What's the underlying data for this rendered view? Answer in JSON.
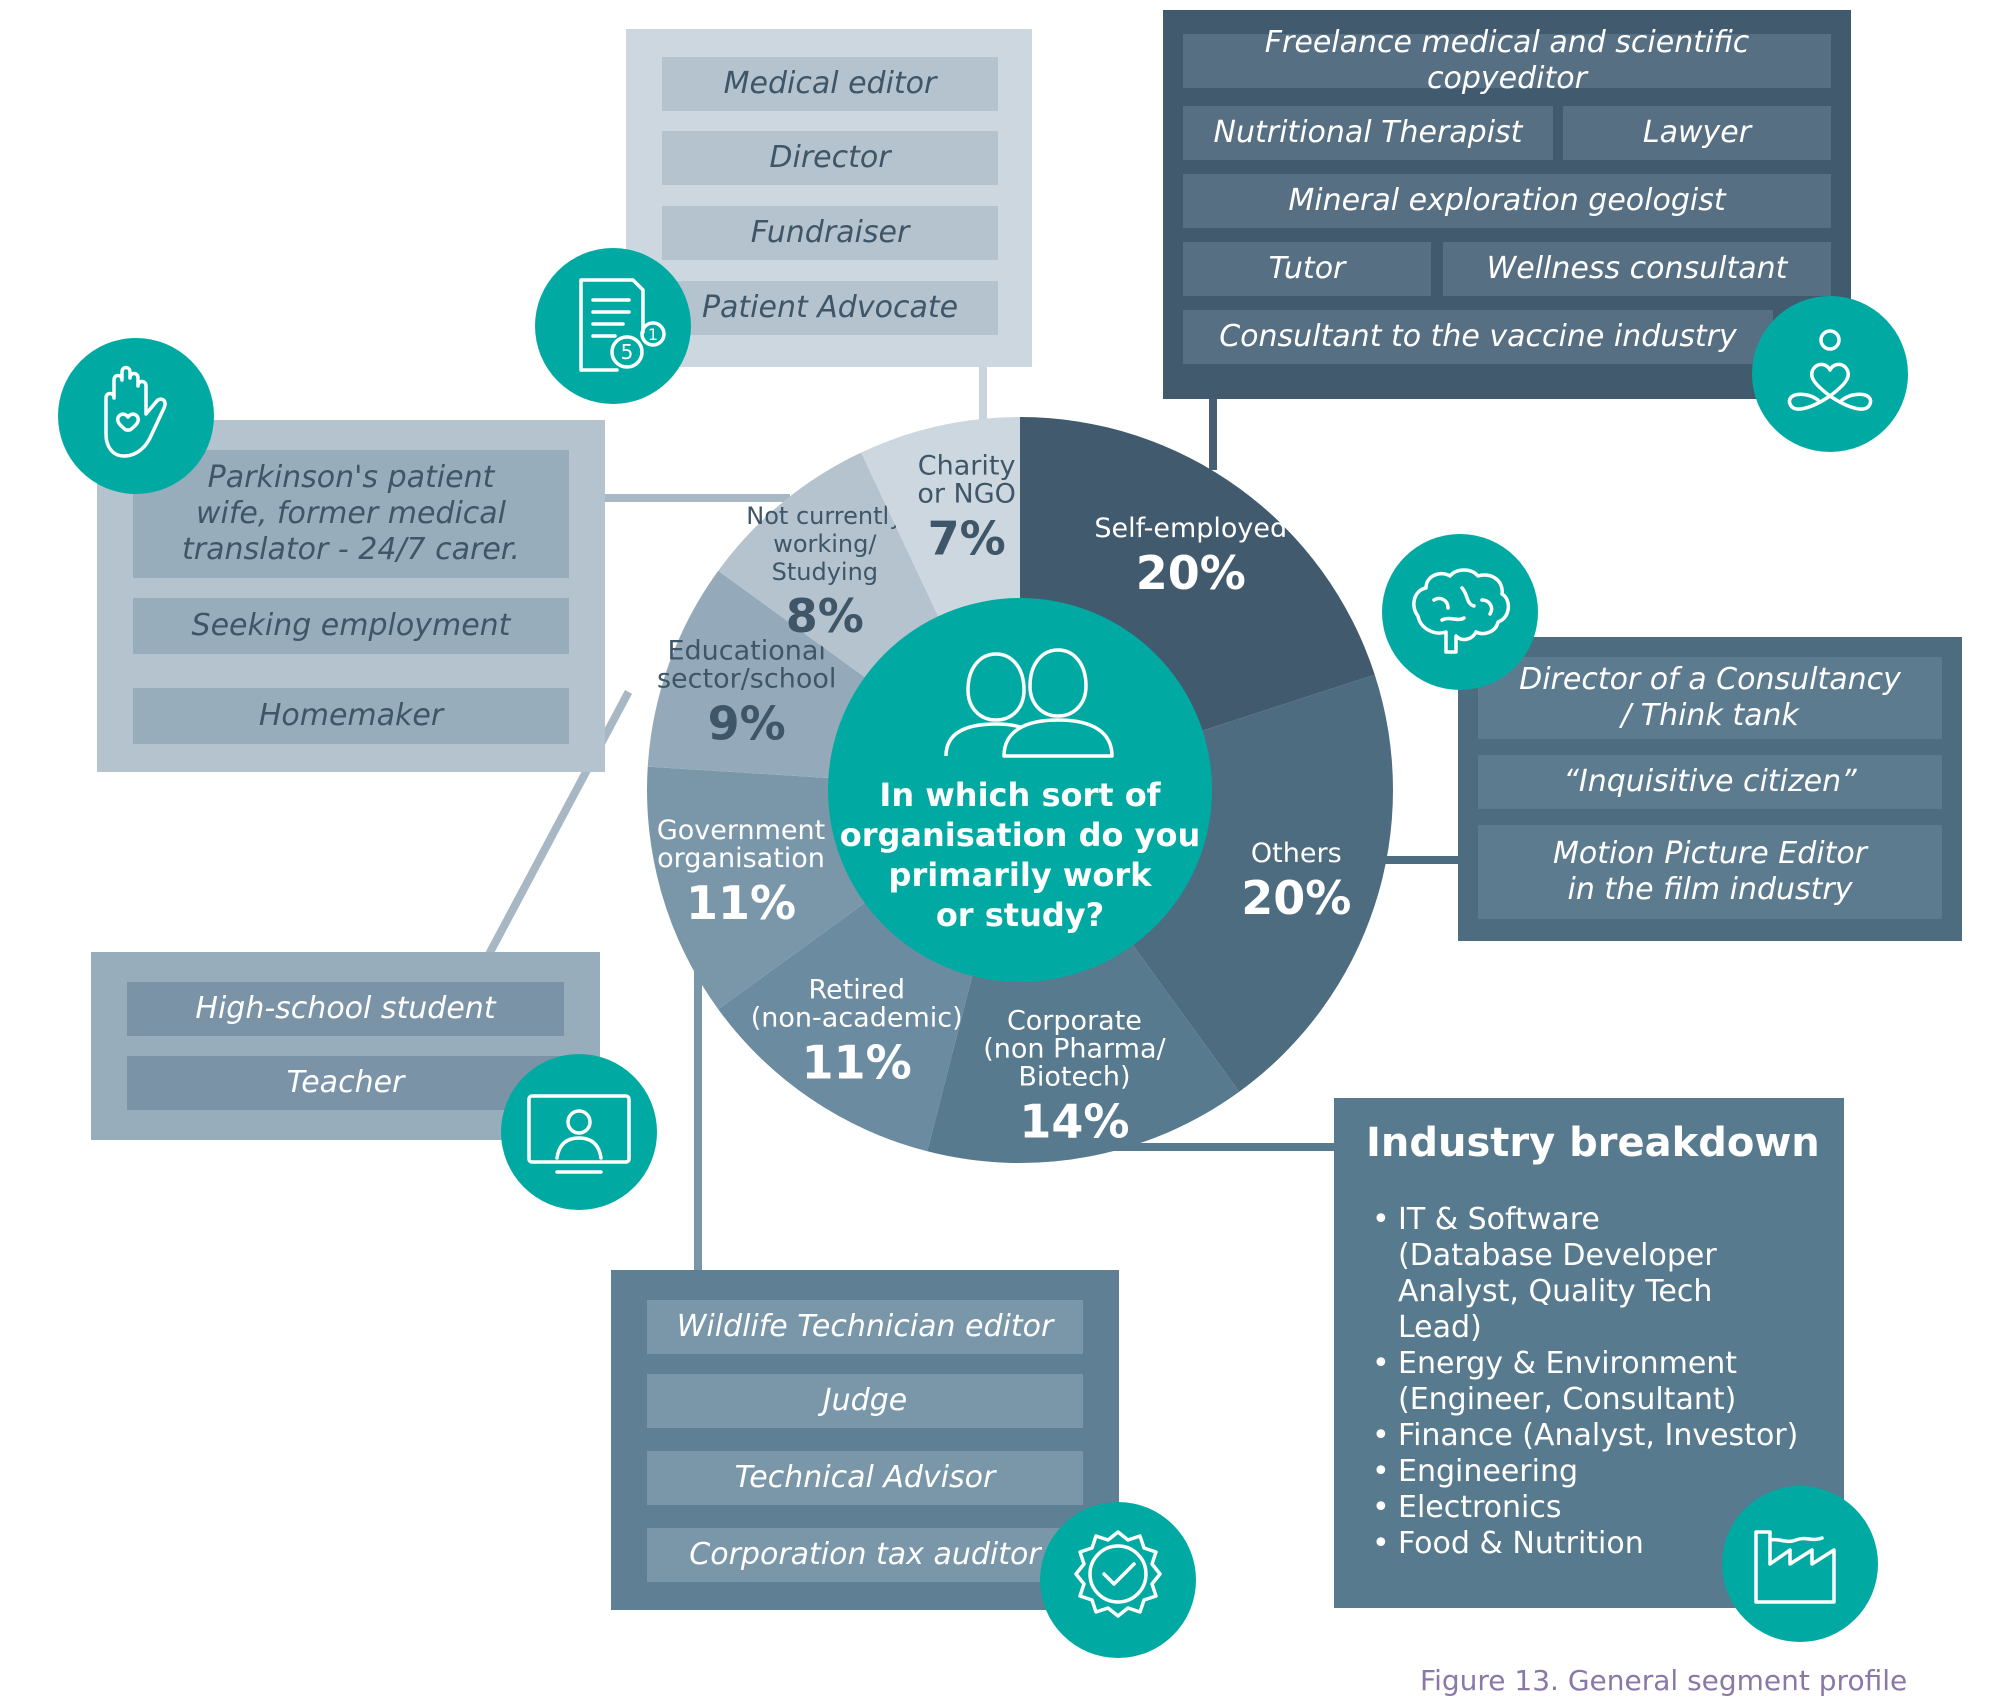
{
  "chart_data": {
    "type": "pie",
    "title": "In which sort of organisation do you primarily work or study?",
    "slices": [
      {
        "label": "Self-employed",
        "value": 20,
        "display": "20%",
        "color": "#415a6d"
      },
      {
        "label": "Others",
        "value": 20,
        "display": "20%",
        "color": "#4d6c80"
      },
      {
        "label": "Corporate (non Pharma/ Biotech)",
        "value": 14,
        "display": "14%",
        "color": "#587a8e"
      },
      {
        "label": "Retired (non-academic)",
        "value": 11,
        "display": "11%",
        "color": "#6b8ba0"
      },
      {
        "label": "Government organisation",
        "value": 11,
        "display": "11%",
        "color": "#7a97aa"
      },
      {
        "label": "Educational sector/school",
        "value": 9,
        "display": "9%",
        "color": "#94aabb"
      },
      {
        "label": "Not currently working/ Studying",
        "value": 8,
        "display": "8%",
        "color": "#b5c3ce"
      },
      {
        "label": "Charity or NGO",
        "value": 7,
        "display": "7%",
        "color": "#cdd7df"
      }
    ]
  },
  "center": {
    "line1": "In which sort of",
    "line2": "organisation do you",
    "line3": "primarily work",
    "line4": "or study?"
  },
  "panels": {
    "charity": [
      "Medical editor",
      "Director",
      "Fundraiser",
      "Patient Advocate"
    ],
    "self_employed": [
      "Freelance medical and scientific copyeditor",
      "Nutritional Therapist",
      "Lawyer",
      "Mineral exploration geologist",
      "Tutor",
      "Wellness consultant",
      "Consultant to the vaccine industry"
    ],
    "not_working": [
      "Parkinson's patient wife, former medical translator - 24/7 carer.",
      "Seeking employment",
      "Homemaker"
    ],
    "others": [
      "Director of a Consultancy / Think tank",
      "“Inquisitive citizen”",
      "Motion Picture Editor in the film industry"
    ],
    "education": [
      "High-school student",
      "Teacher"
    ],
    "government": [
      "Wildlife Technician editor",
      "Judge",
      "Technical Advisor",
      "Corporation tax auditor"
    ]
  },
  "industry": {
    "title": "Industry breakdown",
    "items": [
      {
        "main": "IT & Software",
        "sub": "(Database Developer Analyst, Quality Tech Lead)"
      },
      {
        "main": "Energy & Environment",
        "sub": "(Engineer, Consultant)"
      },
      {
        "main": "Finance (Analyst, Investor)",
        "sub": ""
      },
      {
        "main": "Engineering",
        "sub": ""
      },
      {
        "main": "Electronics",
        "sub": ""
      },
      {
        "main": "Food & Nutrition",
        "sub": ""
      }
    ]
  },
  "caption": "Figure 13. General segment profile",
  "icons": [
    "document-badge-icon",
    "meditation-heart-icon",
    "hand-heart-icon",
    "brain-icon",
    "teacher-screen-icon",
    "certificate-check-icon",
    "factory-icon",
    "two-people-icon"
  ],
  "colors": {
    "teal": "#00aaa2",
    "caption": "#8a78a8"
  }
}
